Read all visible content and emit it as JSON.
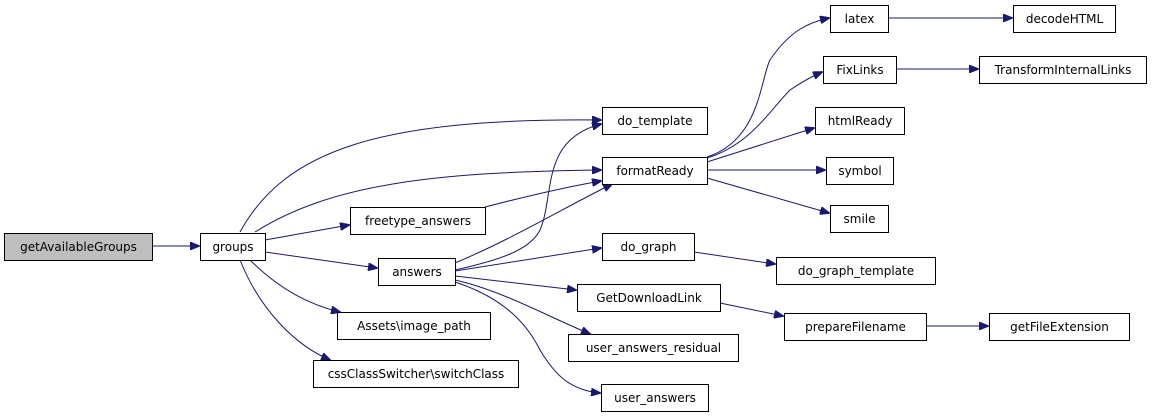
{
  "graph": {
    "title": "",
    "colors": {
      "edge": "#191970",
      "root_fill": "#bfbfbf",
      "node_fill": "#ffffff",
      "node_border": "#000000"
    },
    "nodes": [
      {
        "id": "getAvailableGroups",
        "label": "getAvailableGroups",
        "root": true
      },
      {
        "id": "groups",
        "label": "groups"
      },
      {
        "id": "do_template",
        "label": "do_template"
      },
      {
        "id": "formatReady",
        "label": "formatReady"
      },
      {
        "id": "freetype_answers",
        "label": "freetype_answers"
      },
      {
        "id": "answers",
        "label": "answers"
      },
      {
        "id": "Assets_image_path",
        "label": "Assets\\image_path"
      },
      {
        "id": "cssClassSwitcher",
        "label": "cssClassSwitcher\\switchClass"
      },
      {
        "id": "latex",
        "label": "latex"
      },
      {
        "id": "decodeHTML",
        "label": "decodeHTML"
      },
      {
        "id": "FixLinks",
        "label": "FixLinks"
      },
      {
        "id": "TransformInternalLinks",
        "label": "TransformInternalLinks"
      },
      {
        "id": "htmlReady",
        "label": "htmlReady"
      },
      {
        "id": "symbol",
        "label": "symbol"
      },
      {
        "id": "smile",
        "label": "smile"
      },
      {
        "id": "do_graph",
        "label": "do_graph"
      },
      {
        "id": "do_graph_template",
        "label": "do_graph_template"
      },
      {
        "id": "GetDownloadLink",
        "label": "GetDownloadLink"
      },
      {
        "id": "prepareFilename",
        "label": "prepareFilename"
      },
      {
        "id": "getFileExtension",
        "label": "getFileExtension"
      },
      {
        "id": "user_answers_residual",
        "label": "user_answers_residual"
      },
      {
        "id": "user_answers",
        "label": "user_answers"
      }
    ],
    "edges": [
      {
        "from": "getAvailableGroups",
        "to": "groups"
      },
      {
        "from": "groups",
        "to": "do_template"
      },
      {
        "from": "groups",
        "to": "formatReady"
      },
      {
        "from": "groups",
        "to": "freetype_answers"
      },
      {
        "from": "groups",
        "to": "answers"
      },
      {
        "from": "groups",
        "to": "Assets_image_path"
      },
      {
        "from": "groups",
        "to": "cssClassSwitcher"
      },
      {
        "from": "freetype_answers",
        "to": "formatReady"
      },
      {
        "from": "answers",
        "to": "do_template"
      },
      {
        "from": "answers",
        "to": "formatReady"
      },
      {
        "from": "answers",
        "to": "do_graph"
      },
      {
        "from": "answers",
        "to": "GetDownloadLink"
      },
      {
        "from": "answers",
        "to": "user_answers_residual"
      },
      {
        "from": "answers",
        "to": "user_answers"
      },
      {
        "from": "formatReady",
        "to": "latex"
      },
      {
        "from": "formatReady",
        "to": "FixLinks"
      },
      {
        "from": "formatReady",
        "to": "htmlReady"
      },
      {
        "from": "formatReady",
        "to": "symbol"
      },
      {
        "from": "formatReady",
        "to": "smile"
      },
      {
        "from": "latex",
        "to": "decodeHTML"
      },
      {
        "from": "FixLinks",
        "to": "TransformInternalLinks"
      },
      {
        "from": "do_graph",
        "to": "do_graph_template"
      },
      {
        "from": "GetDownloadLink",
        "to": "prepareFilename"
      },
      {
        "from": "prepareFilename",
        "to": "getFileExtension"
      }
    ]
  }
}
